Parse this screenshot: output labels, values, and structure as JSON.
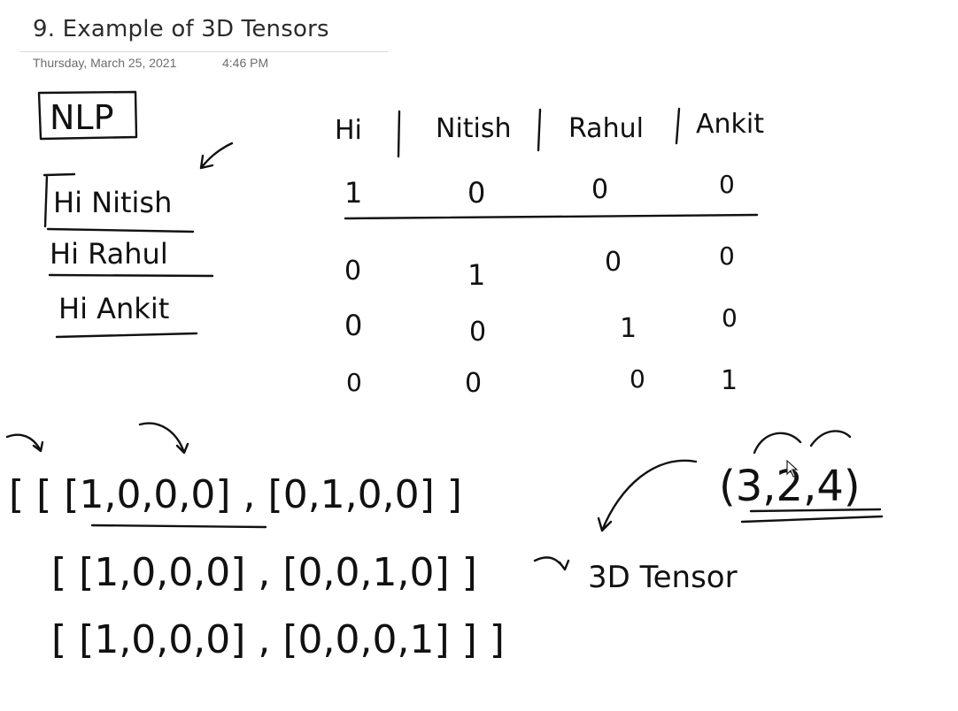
{
  "page": {
    "title": "9. Example of 3D Tensors",
    "date": "Thursday, March 25, 2021",
    "time": "4:46 PM"
  },
  "notes": {
    "nlp_label": "NLP",
    "sentences": [
      "Hi Nitish",
      "Hi Rahul",
      "Hi Ankit"
    ],
    "vocabulary": [
      "Hi",
      "Nitish",
      "Rahul",
      "Ankit"
    ],
    "encodings": [
      [
        "1",
        "0",
        "0",
        "0"
      ],
      [
        "0",
        "1",
        "0",
        "0"
      ],
      [
        "0",
        "0",
        "1",
        "0"
      ],
      [
        "0",
        "0",
        "0",
        "1"
      ]
    ],
    "tensor_rows": [
      "[ [ [1,0,0,0] , [0,1,0,0] ]",
      "[ [1,0,0,0] , [0,0,1,0] ]",
      "[ [1,0,0,0] , [0,0,0,1] ] ]"
    ],
    "tensor_label": "3D Tensor",
    "shape": "(3,2,4)"
  }
}
